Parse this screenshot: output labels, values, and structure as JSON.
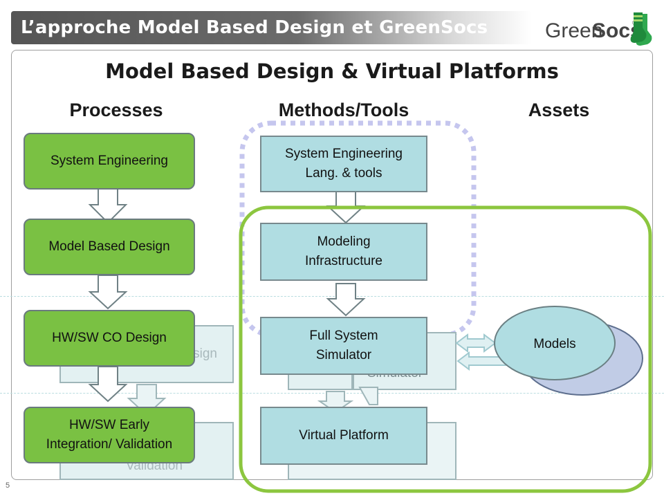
{
  "header": {
    "title": "L’approche Model Based Design et GreenSocs",
    "logo_text_green": "Green",
    "logo_text_socs": "Socs",
    "logo_reg": "®"
  },
  "slide": {
    "title": "Model Based Design & Virtual Platforms",
    "page_number": "5"
  },
  "columns": {
    "processes": "Processes",
    "methods_tools": "Methods/Tools",
    "assets": "Assets"
  },
  "processes": [
    "System Engineering",
    "Model Based Design",
    "HW/SW CO Design",
    "HW/SW Early Integration/ Validation"
  ],
  "processes_ghost": {
    "co_design_fragment": "sign",
    "early_fragment": "/",
    "validation_fragment": "Validation"
  },
  "methods": [
    "System Engineering Lang. & tools",
    "Modeling Infrastructure",
    "Full System Simulator",
    "Virtual Platform"
  ],
  "methods_ghost": {
    "simulator_fragment": "Simulator"
  },
  "assets": {
    "models": "Models"
  },
  "colors": {
    "process_green": "#7ac143",
    "tool_teal": "#b0dde2",
    "highlight_green": "#8cc63f",
    "dotted_lavender": "#c5c6ee"
  }
}
